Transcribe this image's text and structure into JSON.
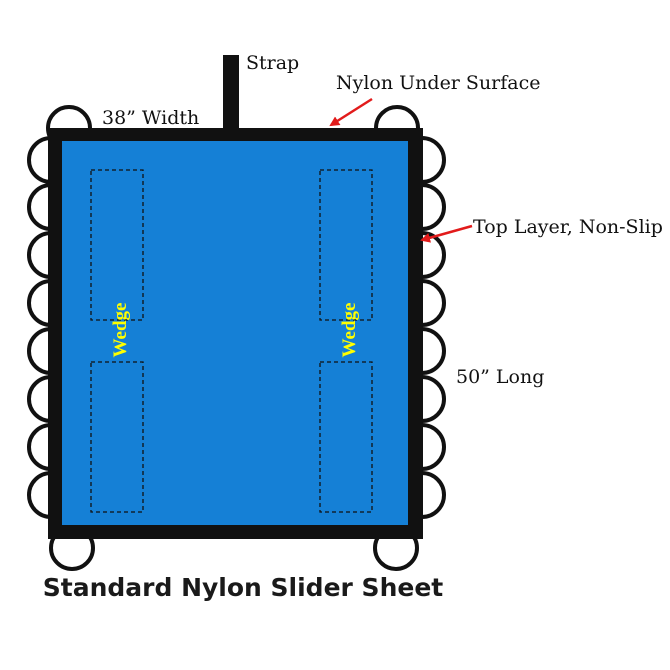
{
  "title": "Standard Nylon Slider Sheet",
  "labels": {
    "strap": "Strap",
    "nylon_under_surface": "Nylon Under Surface",
    "width": "38” Width",
    "top_layer": "Top Layer, Non-Slip",
    "length": "50” Long"
  },
  "wedge_left": "Wedge",
  "wedge_right": "Wedge",
  "colors": {
    "sheet": "#1580d6",
    "border": "#111111",
    "arrow": "#e21b1b",
    "wedge_text": "#ffff00"
  }
}
